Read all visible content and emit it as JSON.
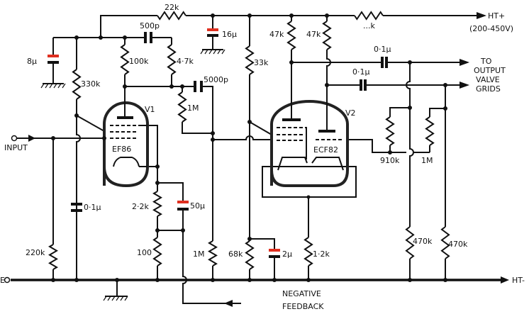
{
  "title": "EF86 / ECF82 phase splitter amplifier circuit",
  "supply": {
    "ht_plus": "HT+",
    "ht_range": "(200-450V)",
    "ht_minus": "HT-",
    "earth": "E",
    "dropper": "...k"
  },
  "valves": {
    "v1_label": "V1",
    "v1_type": "EF86",
    "v2_label": "V2",
    "v2_type": "ECF82"
  },
  "components": {
    "r_22k": "22k",
    "c_500p": "500p",
    "c_16u": "16µ",
    "c_8u": "8µ",
    "r_100k": "100k",
    "r_4k7": "4·7k",
    "c_5000p": "5000p",
    "r_330k": "330k",
    "r_1m_grid": "1M",
    "r_33k": "33k",
    "r_47k_a": "47k",
    "r_47k_b": "47k",
    "c_01u_a": "0·1µ",
    "c_01u_b": "0·1µ",
    "r_910k": "910k",
    "r_1m_b": "1M",
    "c_01u_in": "0·1µ",
    "r_2k2": "2·2k",
    "c_50u": "50µ",
    "r_100": "100",
    "r_1m_c": "1M",
    "r_68k": "68k",
    "c_2u": "2µ",
    "r_1k2": "1·2k",
    "r_470k_a": "470k",
    "r_470k_b": "470k",
    "r_220k": "220k"
  },
  "io": {
    "input": "INPUT",
    "output": [
      "TO",
      "OUTPUT",
      "VALVE",
      "GRIDS"
    ],
    "feedback": [
      "NEGATIVE",
      "FEEDBACK"
    ]
  },
  "colors": {
    "electrolytic_plate": "#e03020"
  }
}
